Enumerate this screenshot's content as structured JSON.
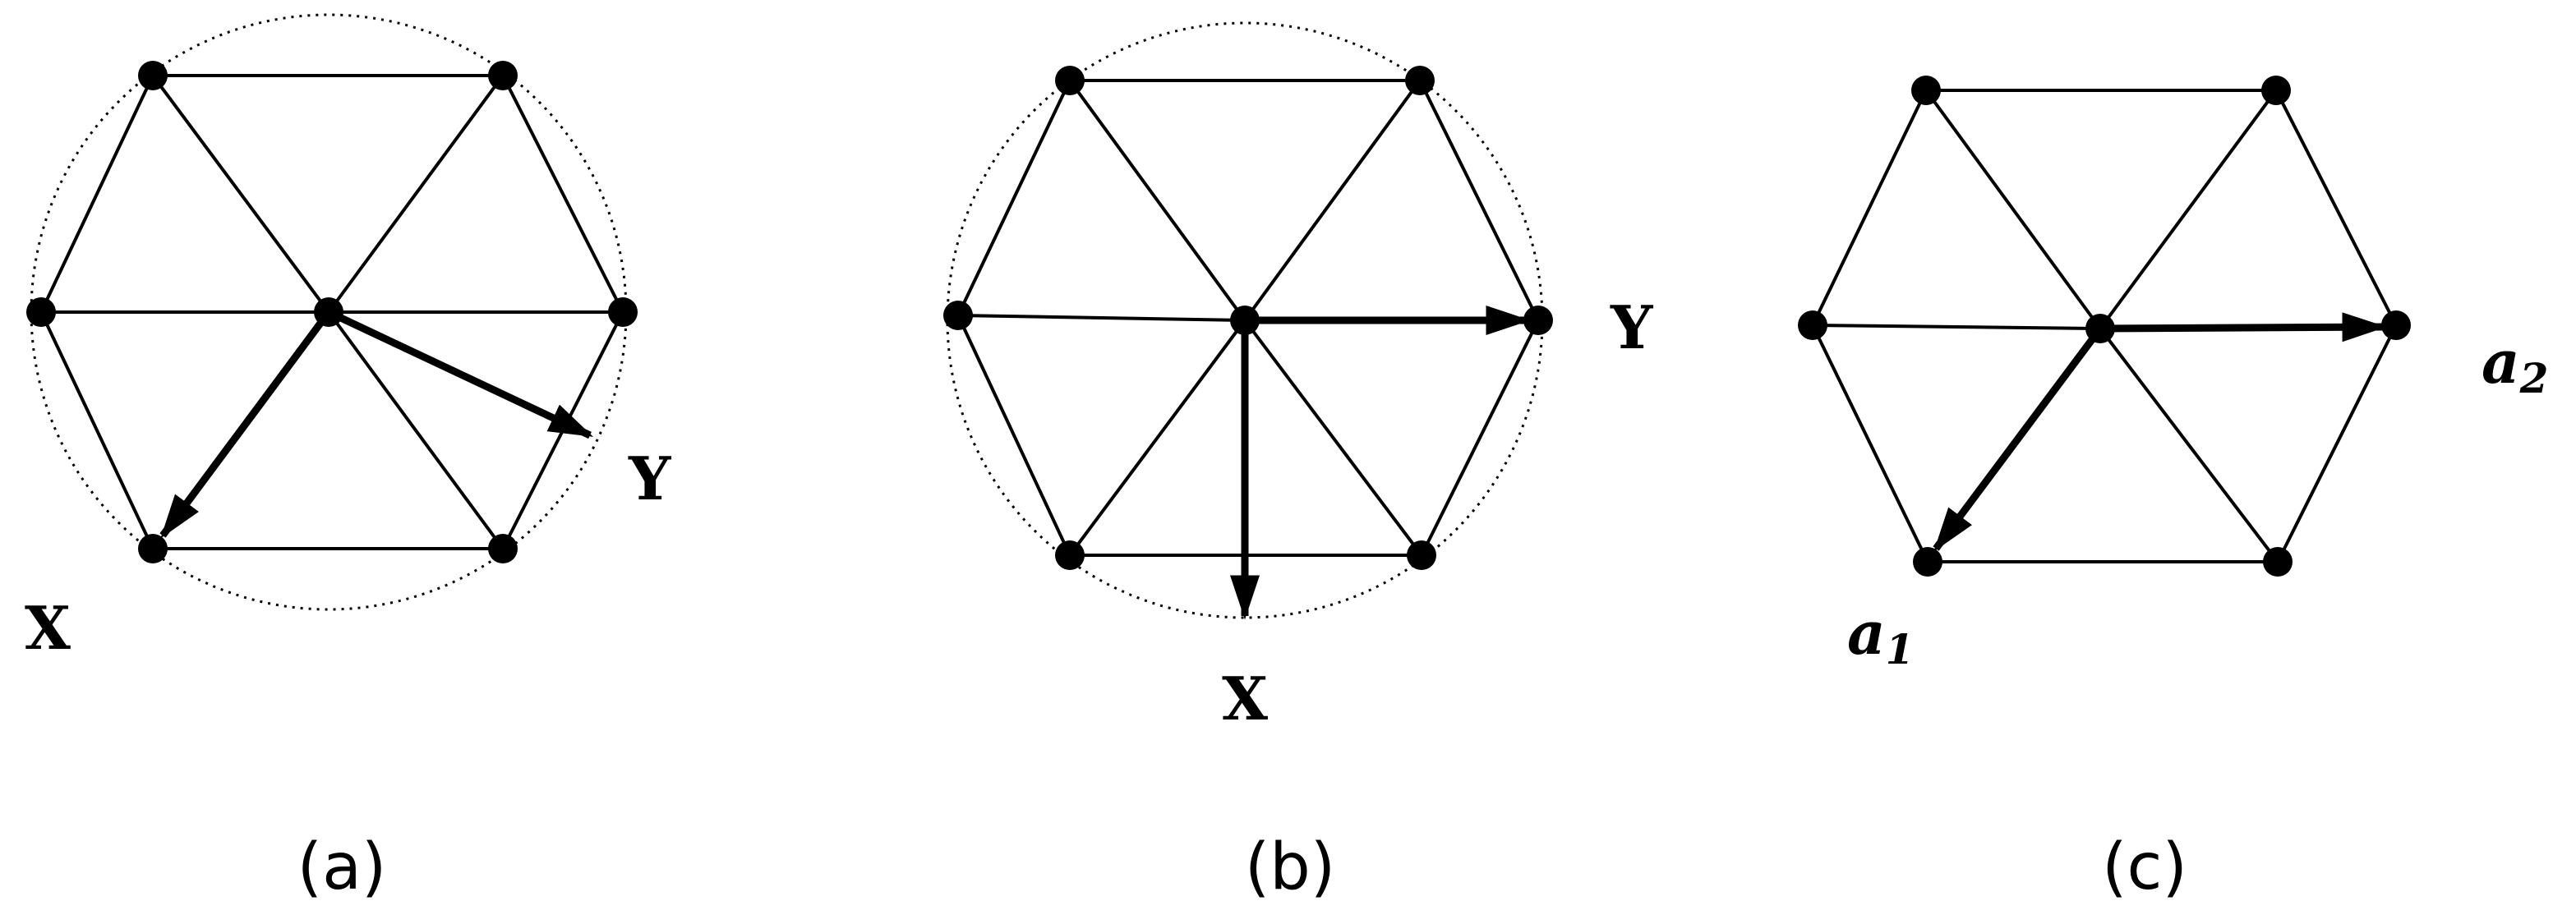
{
  "panels": [
    {
      "id": "a",
      "caption": "(a)",
      "vector_labels": {
        "first": "X",
        "second": "Y"
      }
    },
    {
      "id": "b",
      "caption": "(b)",
      "vector_labels": {
        "first": "X",
        "second": "Y"
      }
    },
    {
      "id": "c",
      "caption": "(c)",
      "vector_labels": {
        "first_base": "a",
        "first_sub": "1",
        "second_base": "a",
        "second_sub": "2"
      }
    }
  ]
}
